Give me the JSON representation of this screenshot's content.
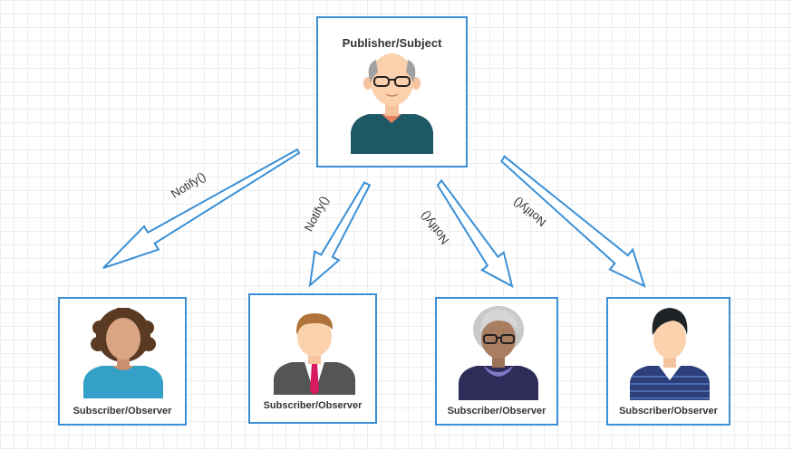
{
  "publisher": {
    "label": "Publisher/Subject"
  },
  "subscribers": [
    {
      "label": "Subscriber/Observer"
    },
    {
      "label": "Subscriber/Observer"
    },
    {
      "label": "Subscriber/Observer"
    },
    {
      "label": "Subscriber/Observer"
    }
  ],
  "edges": [
    {
      "label": "Notify()"
    },
    {
      "label": "Notify()"
    },
    {
      "label": "Notify()"
    },
    {
      "label": "Notify()"
    }
  ],
  "colors": {
    "node_border": "#3a8fd6",
    "arrow": "#3a8fd6"
  },
  "icons": {
    "publisher": "old-man-avatar-icon",
    "subscriber_1": "curly-hair-woman-avatar-icon",
    "subscriber_2": "businessman-avatar-icon",
    "subscriber_3": "old-woman-avatar-icon",
    "subscriber_4": "young-man-avatar-icon"
  }
}
